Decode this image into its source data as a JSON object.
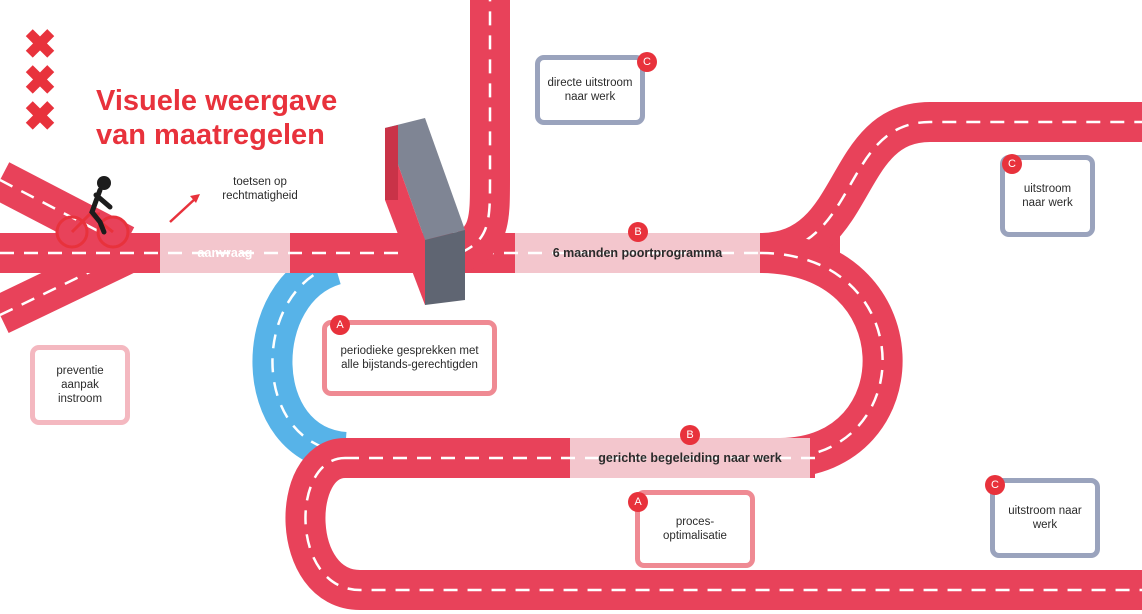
{
  "title": {
    "line1": "Visuele weergave",
    "line2": "van maatregelen"
  },
  "city_emblem": {
    "glyph": "✖"
  },
  "road_labels": {
    "aanvraag": "aanvraag",
    "poortprogramma": "6 maanden poortprogramma",
    "begeleiding": "gerichte begeleiding naar werk"
  },
  "annotations": {
    "toetsen": "toetsen op rechtmatigheid"
  },
  "callouts": {
    "preventie": "preventie aanpak instroom",
    "gesprekken": "periodieke gesprekken met alle bijstands-gerechtigden",
    "proces": "proces-optimalisatie",
    "directe": "directe uitstroom naar werk",
    "uitstroom_top": "uitstroom naar werk",
    "uitstroom_bottom": "uitstroom naar werk"
  },
  "badges": {
    "a1": "A",
    "a2": "A",
    "b1": "B",
    "b2": "B",
    "c1": "C",
    "c2": "C",
    "c3": "C"
  },
  "colors": {
    "road": "#e8425a",
    "road_light": "#f3c6cd",
    "blue_road": "#57b3e8",
    "accent": "#e8323c",
    "callout_grey": "#9aa3bd"
  }
}
